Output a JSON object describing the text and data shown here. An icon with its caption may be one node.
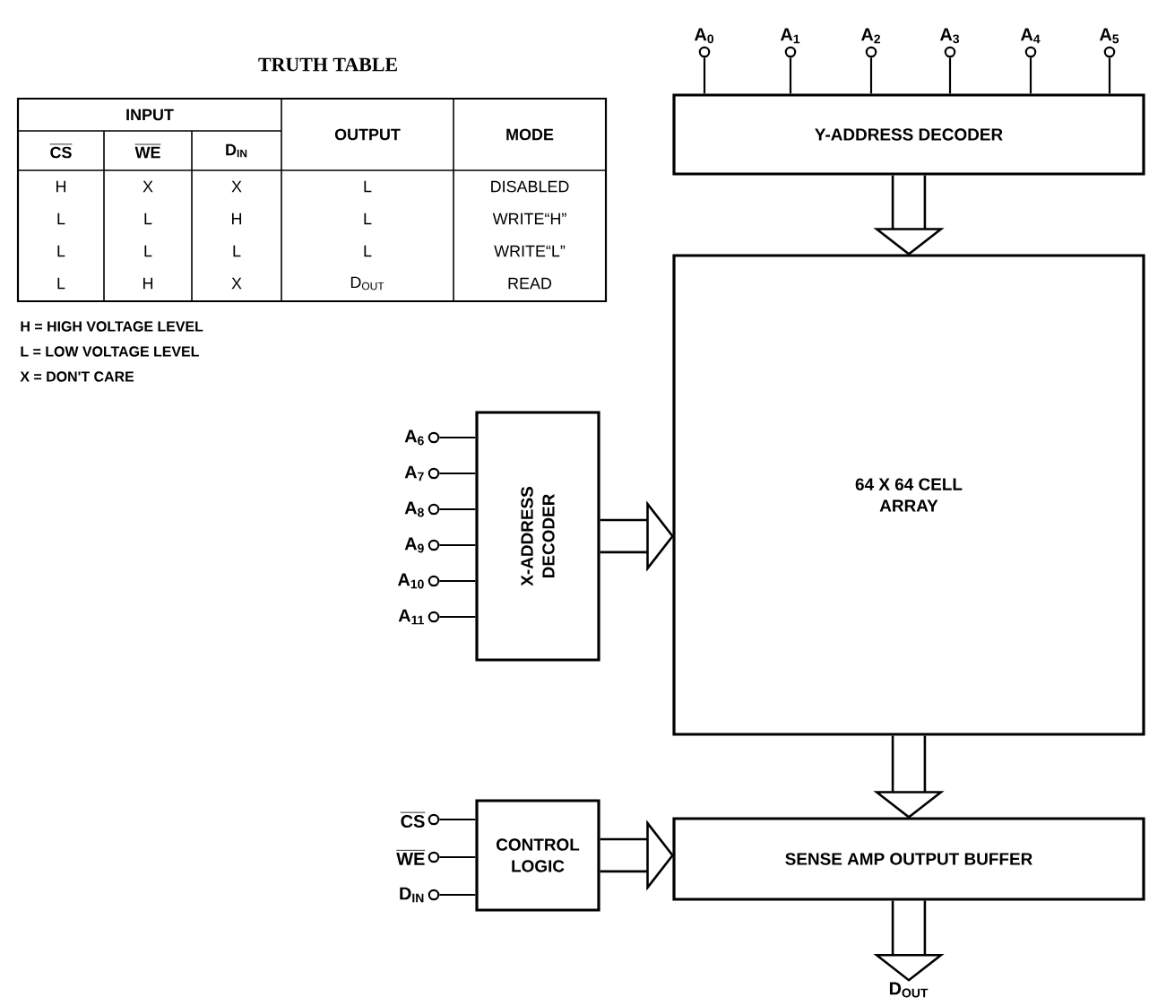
{
  "diagram": {
    "nodes": [
      {
        "text": [
          "Y-ADDRESS DECODER"
        ]
      },
      {
        "text": [
          "64 X 64 CELL ARRAY"
        ]
      },
      {
        "text": [
          "X-ADDRESS DECODER"
        ]
      },
      {
        "text": [
          "CONTROL LOGIC"
        ]
      },
      {
        "text": [
          "SENSE AMP OUTPUT BUFFER"
        ]
      },
      {
        "text": [
          "A$_{0}$"
        ]
      },
      {
        "text": [
          "A$_{1}$"
        ]
      },
      {
        "text": [
          "A$_{2}$"
        ]
      },
      {
        "text": [
          "A$_{3}$"
        ]
      },
      {
        "text": [
          "A$_{4}$"
        ]
      },
      {
        "text": [
          "A$_{5}$"
        ]
      },
      {
        "text": [
          "A$_{6}$"
        ]
      },
      {
        "text": [
          "A$_{7}$"
        ]
      },
      {
        "text": [
          "A$_{8}$"
        ]
      },
      {
        "text": [
          "A$_{9}$"
        ]
      },
      {
        "text": [
          "A$_{10}$"
        ]
      },
      {
        "text": [
          "A$_{11}$"
        ]
      },
      {
        "text": [
          "CS"
        ]
      },
      {
        "text": [
          "WE"
        ]
      },
      {
        "text": [
          "D$_{IN}$"
        ]
      },
      {
        "text": [
          "D$_{OUT}$"
        ]
      }
    ],
    "edges": [
      {
        "from": 5,
        "to": 0,
        "arrow": "none"
      },
      {
        "from": 6,
        "to": 0,
        "arrow": "none"
      },
      {
        "from": 7,
        "to": 0,
        "arrow": "none"
      },
      {
        "from": 8,
        "to": 0,
        "arrow": "none"
      },
      {
        "from": 9,
        "to": 0,
        "arrow": "none"
      },
      {
        "from": 10,
        "to": 0,
        "arrow": "none"
      },
      {
        "from": 11,
        "to": 2,
        "arrow": "none"
      },
      {
        "from": 12,
        "to": 2,
        "arrow": "none"
      },
      {
        "from": 13,
        "to": 2,
        "arrow": "none"
      },
      {
        "from": 14,
        "to": 2,
        "arrow": "none"
      },
      {
        "from": 15,
        "to": 2,
        "arrow": "none"
      },
      {
        "from": 16,
        "to": 2,
        "arrow": "none"
      },
      {
        "from": 17,
        "to": 3,
        "arrow": "none"
      },
      {
        "from": 18,
        "to": 3,
        "arrow": "none"
      },
      {
        "from": 19,
        "to": 3,
        "arrow": "none"
      },
      {
        "from": 0,
        "to": 1,
        "arrow": "to"
      },
      {
        "from": 2,
        "to": 1,
        "arrow": "to"
      },
      {
        "from": 1,
        "to": 4,
        "arrow": "to"
      },
      {
        "from": 3,
        "to": 4,
        "arrow": "to"
      },
      {
        "from": 4,
        "to": 20,
        "arrow": "to"
      }
    ],
    "labels": [
      "TRUTH TABLE",
      "INPUT",
      "CS",
      "WE",
      "D$_{IN}$",
      "OUTPUT",
      "MODE",
      "H",
      "X",
      "X",
      "L",
      "DISABLED",
      "L",
      "L",
      "H",
      "L",
      "WRITE“H”",
      "L",
      "L",
      "L",
      "L",
      "WRITE“L”",
      "L",
      "H",
      "X",
      "D$_{OUT}$",
      "READ",
      "H = HIGH VOLTAGE LEVEL",
      "L = LOW VOLTAGE LEVEL",
      "X = DON'T CARE"
    ]
  }
}
